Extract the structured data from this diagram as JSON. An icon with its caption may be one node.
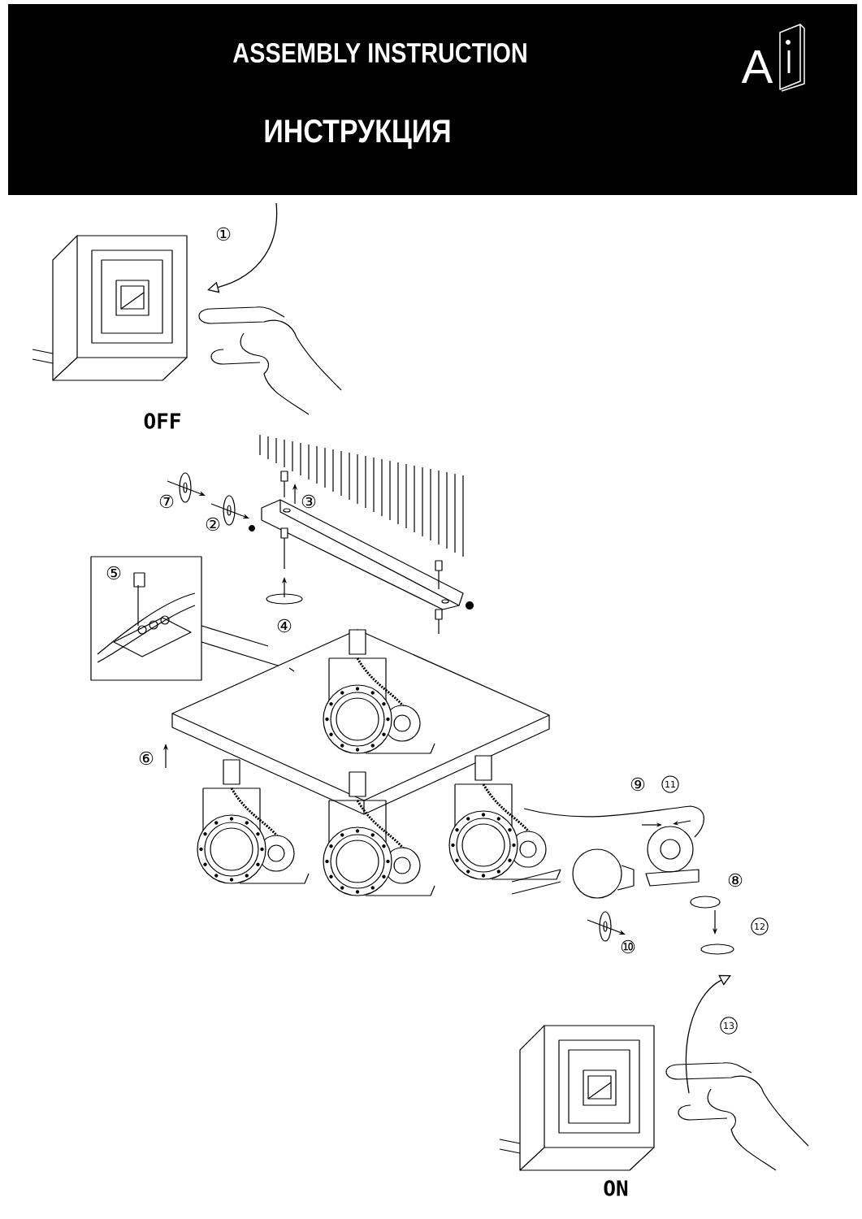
{
  "diagram": {
    "title": "ASSEMBLY INSTRUCTION",
    "labels": [
      "ИНСТРУКЦИЯ",
      "A",
      "①",
      "OFF",
      "⑦",
      "③",
      "②",
      "⑤",
      "④",
      "⑥",
      "⑨",
      "11",
      "⑧",
      "12",
      "⑩",
      "13",
      "ON"
    ]
  }
}
